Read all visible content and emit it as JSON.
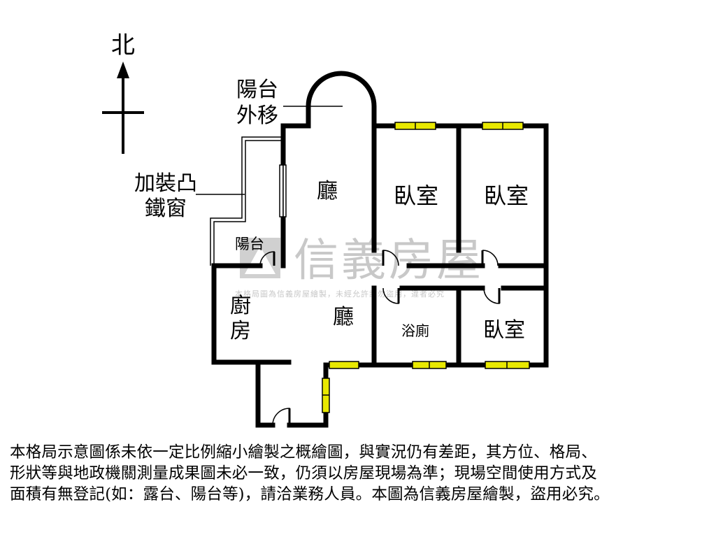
{
  "compass": {
    "label": "北"
  },
  "labels": {
    "balcony_extension_line1": "陽台",
    "balcony_extension_line2": "外移",
    "iron_window_line1": "加裝凸",
    "iron_window_line2": "鐵窗",
    "living_upper": "廳",
    "bedroom_1": "臥室",
    "bedroom_2": "臥室",
    "balcony": "陽台",
    "kitchen_line1": "廚",
    "kitchen_line2": "房",
    "living_lower": "廳",
    "bathroom": "浴廁",
    "bedroom_3": "臥室"
  },
  "watermark": {
    "brand": "信義房屋",
    "notice": "本格局圖為信義房屋繪製，未經允許請勿盜用，違者必究"
  },
  "colors": {
    "wall": "#000000",
    "window": "#e8e800",
    "watermark": "#c8c8c8",
    "background": "#ffffff"
  },
  "disclaimer": {
    "line1": "本格局示意圖係未依一定比例縮小繪製之概繪圖，與實況仍有差距，其方位、格局、",
    "line2": "形狀等與地政機關測量成果圖未必一致，仍須以房屋現場為準；現場空間使用方式及",
    "line3": "面積有無登記(如：露台、陽台等)，請洽業務人員。本圖為信義房屋繪製，盜用必究。"
  }
}
